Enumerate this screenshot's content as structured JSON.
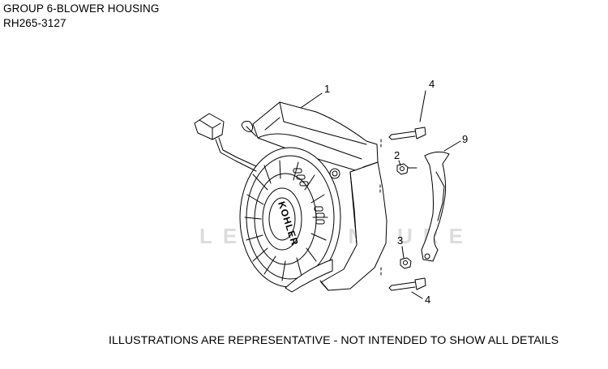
{
  "header": {
    "group_title": "GROUP 6-BLOWER HOUSING",
    "model_code": "RH265-3127"
  },
  "watermark": "LEADVENTURE",
  "brand_on_part": "KOHLER",
  "callouts": {
    "c1": "1",
    "c2": "2",
    "c3": "3",
    "c4_top": "4",
    "c4_bottom": "4",
    "c9": "9"
  },
  "footer": {
    "disclaimer": "ILLUSTRATIONS ARE REPRESENTATIVE - NOT INTENDED TO SHOW ALL DETAILS"
  }
}
